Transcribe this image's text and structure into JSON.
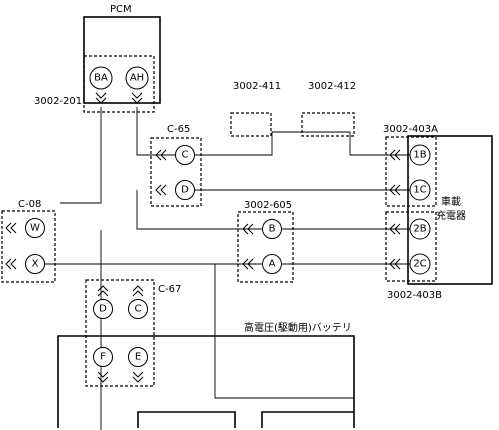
{
  "components": {
    "pcm": {
      "label": "PCM"
    },
    "charger": {
      "label_line1": "車載",
      "label_line2": "充電器"
    },
    "battery": {
      "label": "高電圧(駆動用)バッテリ"
    }
  },
  "connectors": {
    "c3002_201": "3002-201",
    "c65": "C-65",
    "c3002_411": "3002-411",
    "c3002_412": "3002-412",
    "c3002_403a": "3002-403A",
    "c08": "C-08",
    "c3002_605": "3002-605",
    "c67": "C-67",
    "c3002_403b": "3002-403B"
  },
  "pins": {
    "ba": "BA",
    "ah": "AH",
    "c65_c": "C",
    "c65_d": "D",
    "c08_w": "W",
    "c08_x": "X",
    "p605_b": "B",
    "p605_a": "A",
    "p403a_1b": "1B",
    "p403a_1c": "1C",
    "p403b_2b": "2B",
    "p403b_2c": "2C",
    "c67_d": "D",
    "c67_c": "C",
    "c67_f": "F",
    "c67_e": "E"
  }
}
